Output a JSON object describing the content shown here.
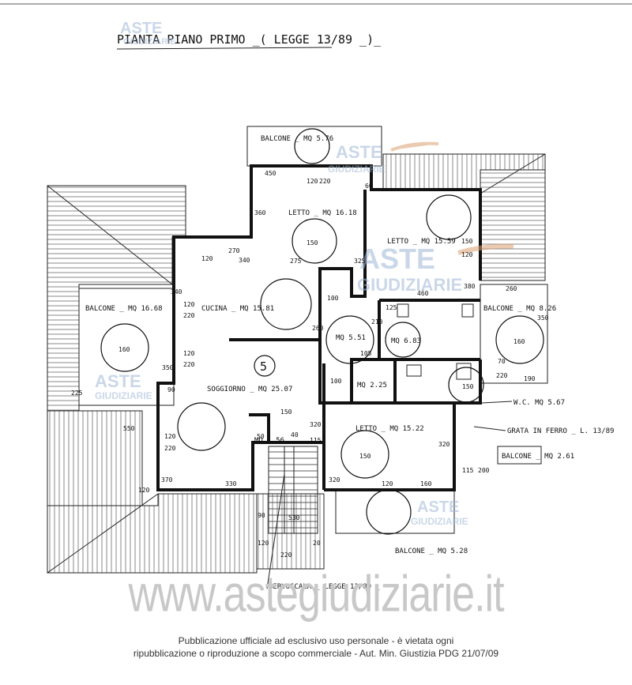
{
  "title": "PIANTA PIANO PRIMO _( LEGGE 13/89 _)_",
  "watermark": {
    "brand_top": "ASTE",
    "brand_bottom": "GIUDIZIARIE",
    "site": "www.astegiudiziarie.it"
  },
  "footer": {
    "line1": "Pubblicazione ufficiale ad esclusivo uso personale - è vietata ogni",
    "line2": "ripubblicazione o riproduzione a scopo commerciale - Aut. Min. Giustizia PDG 21/07/09"
  },
  "unit_number": "5",
  "rooms": {
    "balcone_top": "BALCONE _ MQ 5.76",
    "letto1": "LETTO _ MQ 16.18",
    "letto2": "LETTO _ MQ 15.59",
    "cucina": "CUCINA _ MQ 15.81",
    "balcone_left": "BALCONE _ MQ 16.68",
    "balcone_right": "BALCONE _ MQ 8.26",
    "dis": "MQ 5.51",
    "bagno": "MQ 6.83",
    "rip": "MQ 2.25",
    "soggiorno": "SOGGIORNO _ MQ 25.07",
    "letto3": "LETTO _ MQ 15.22",
    "mq156": "MQ 1.56",
    "wc": "W.C. MQ 5.67",
    "grata": "GRATA IN FERRO _ L. 13/89",
    "balcone_small": "BALCONE _ MQ 2.61",
    "balcone_bottom": "BALCONE _ MQ 5.28",
    "servoscala": "SERVOSCALA _ LEGGE 13/89 _"
  },
  "circles": {
    "d150": "150",
    "d160": "160"
  },
  "dims": {
    "d450": "450",
    "d120a": "120",
    "d220a": "220",
    "d60": "60",
    "d360": "360",
    "d275": "275",
    "d325a": "325",
    "d270": "270",
    "d120b": "120",
    "d340": "340",
    "d150b": "150",
    "d120c": "120",
    "d380": "380",
    "d460": "460",
    "d260": "260",
    "d340b": "340",
    "d120d": "120",
    "d220b": "220",
    "d350": "350",
    "d100": "100",
    "d225": "225",
    "d260b": "260",
    "d120e": "120",
    "d220c": "220",
    "d90": "90",
    "d550": "550",
    "d120f": "120",
    "d220d": "220",
    "d370": "370",
    "d330": "330",
    "d125": "125",
    "d105": "105",
    "d210": "210",
    "d100b": "100",
    "d70": "70",
    "d190": "190",
    "d220e": "220",
    "d150c": "150",
    "d320": "320",
    "d115": "115",
    "d160b": "160",
    "d50": "50",
    "d40": "40",
    "d530": "530",
    "d90b": "90",
    "d20": "20",
    "d320b": "320",
    "d200": "200"
  }
}
